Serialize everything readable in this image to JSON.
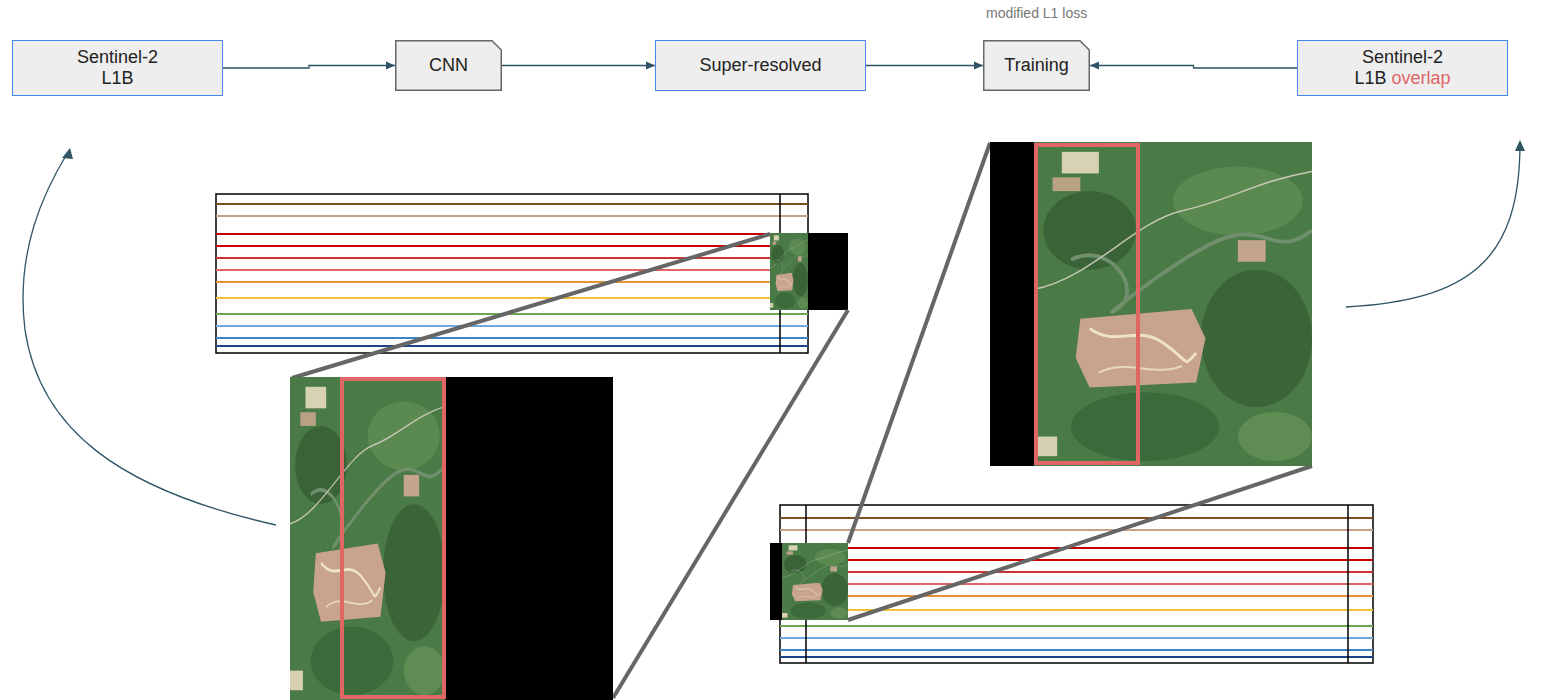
{
  "diagram": {
    "nodes": [
      {
        "text": [
          "Sentinel-2 L1B"
        ]
      },
      {
        "text": [
          "CNN"
        ]
      },
      {
        "text": [
          "Super-resolved"
        ]
      },
      {
        "text": [
          "Training"
        ]
      },
      {
        "text": [
          "Sentinel-2 L1B",
          "overlap"
        ]
      }
    ],
    "edges": [
      {
        "from": 0,
        "to": 1,
        "arrow": "to"
      },
      {
        "from": 1,
        "to": 2,
        "arrow": "to"
      },
      {
        "from": 2,
        "to": 3,
        "arrow": "to"
      },
      {
        "from": 4,
        "to": 3,
        "arrow": "to"
      }
    ],
    "labels": [
      "modified L1 loss"
    ]
  }
}
